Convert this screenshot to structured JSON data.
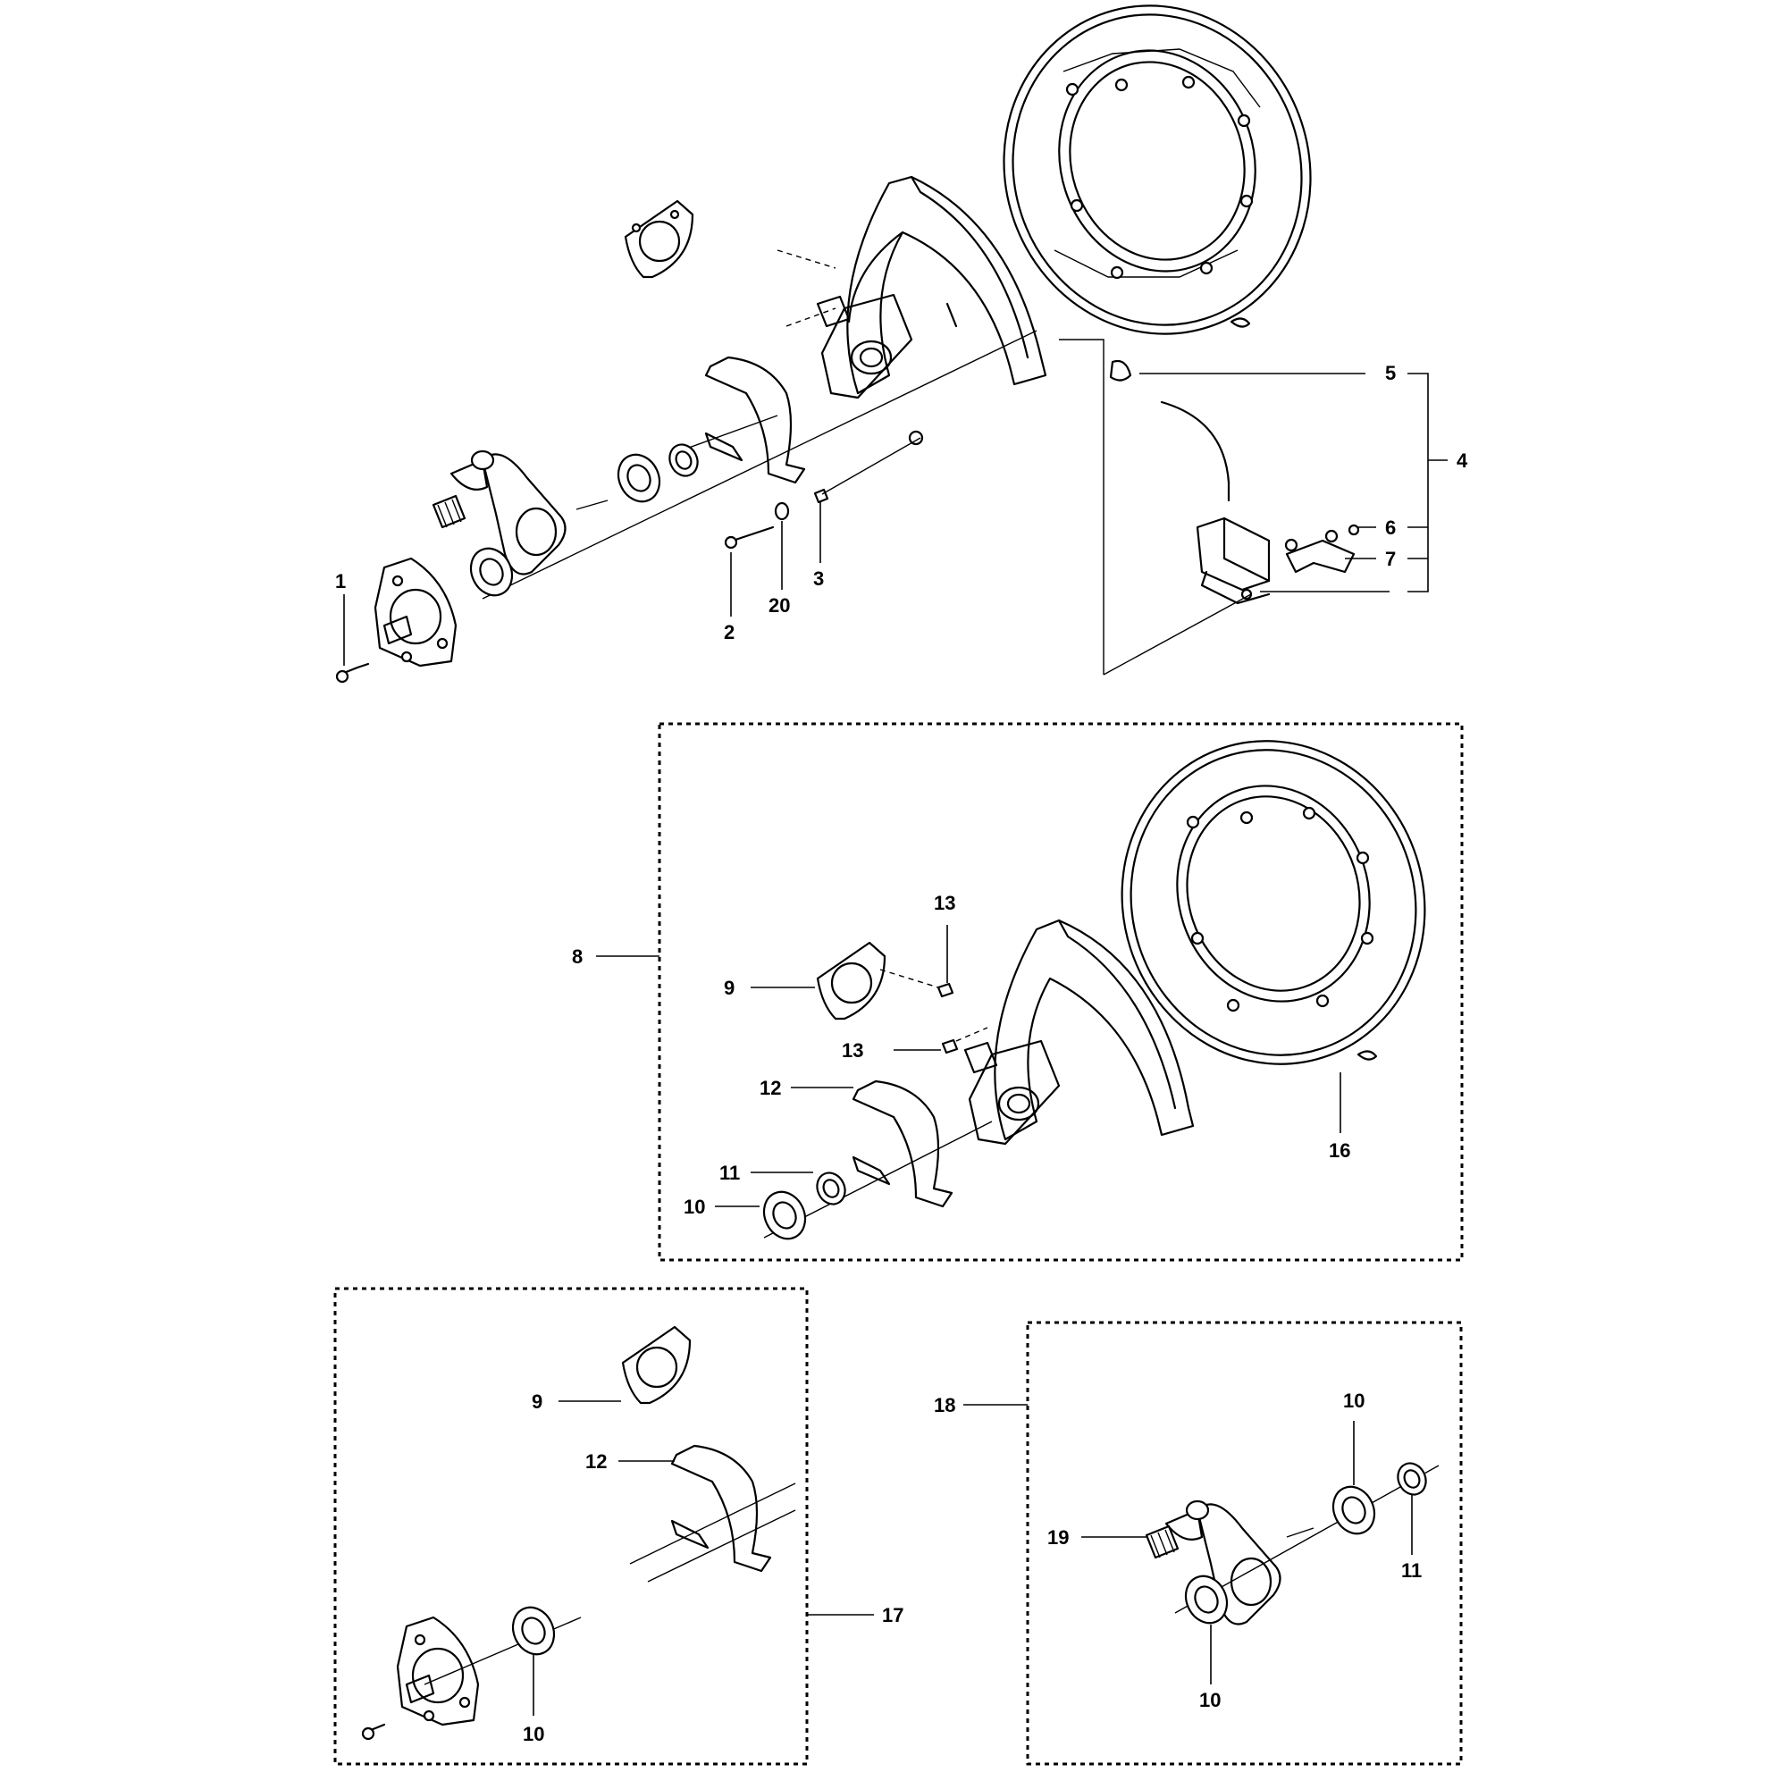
{
  "callouts": {
    "c1": "1",
    "c2": "2",
    "c3": "3",
    "c20": "20",
    "c4": "4",
    "c5": "5",
    "c6": "6",
    "c7": "7",
    "c8": "8",
    "c9a": "9",
    "c13a": "13",
    "c13b": "13",
    "c12a": "12",
    "c11a": "11",
    "c10a": "10",
    "c16": "16",
    "c9b": "9",
    "c12b": "12",
    "c17": "17",
    "c10b": "10",
    "c18": "18",
    "c10c": "10",
    "c19": "19",
    "c11b": "11",
    "c10d": "10"
  }
}
